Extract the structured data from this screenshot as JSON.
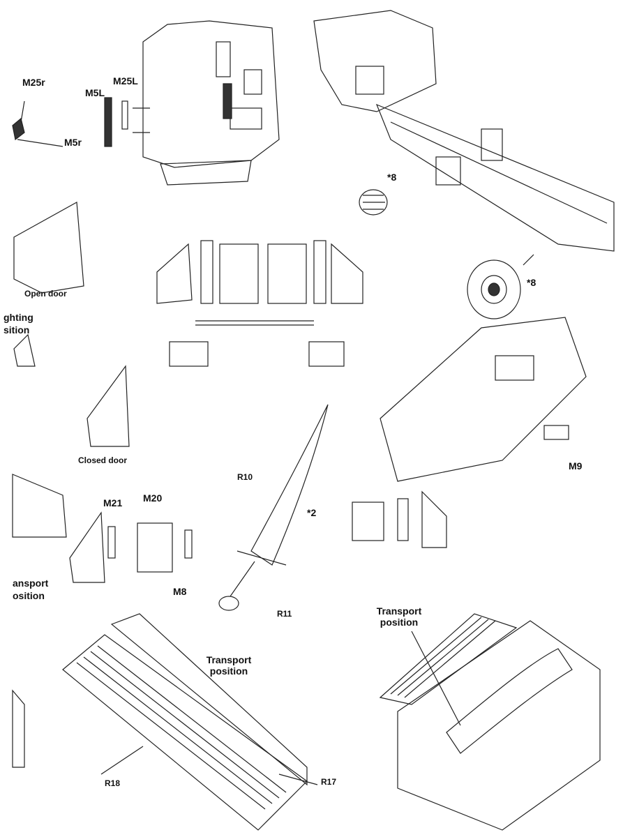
{
  "labels": {
    "m25r": "M25r",
    "m5r": "M5r",
    "m5l": "M5L",
    "m25l": "M25L",
    "star8_a": "*8",
    "star8_b": "*8",
    "open_door": "Open door",
    "fighting_position": [
      "ghting",
      "sition"
    ],
    "closed_door": "Closed door",
    "m9": "M9",
    "r10": "R10",
    "star2": "*2",
    "m21": "M21",
    "m20": "M20",
    "m8": "M8",
    "transport_position_left": [
      "ansport",
      "osition"
    ],
    "r11": "R11",
    "transport_position_center": [
      "Transport",
      "position"
    ],
    "transport_position_right": [
      "Transport",
      "position"
    ],
    "r18": "R18",
    "r17": "R17"
  }
}
